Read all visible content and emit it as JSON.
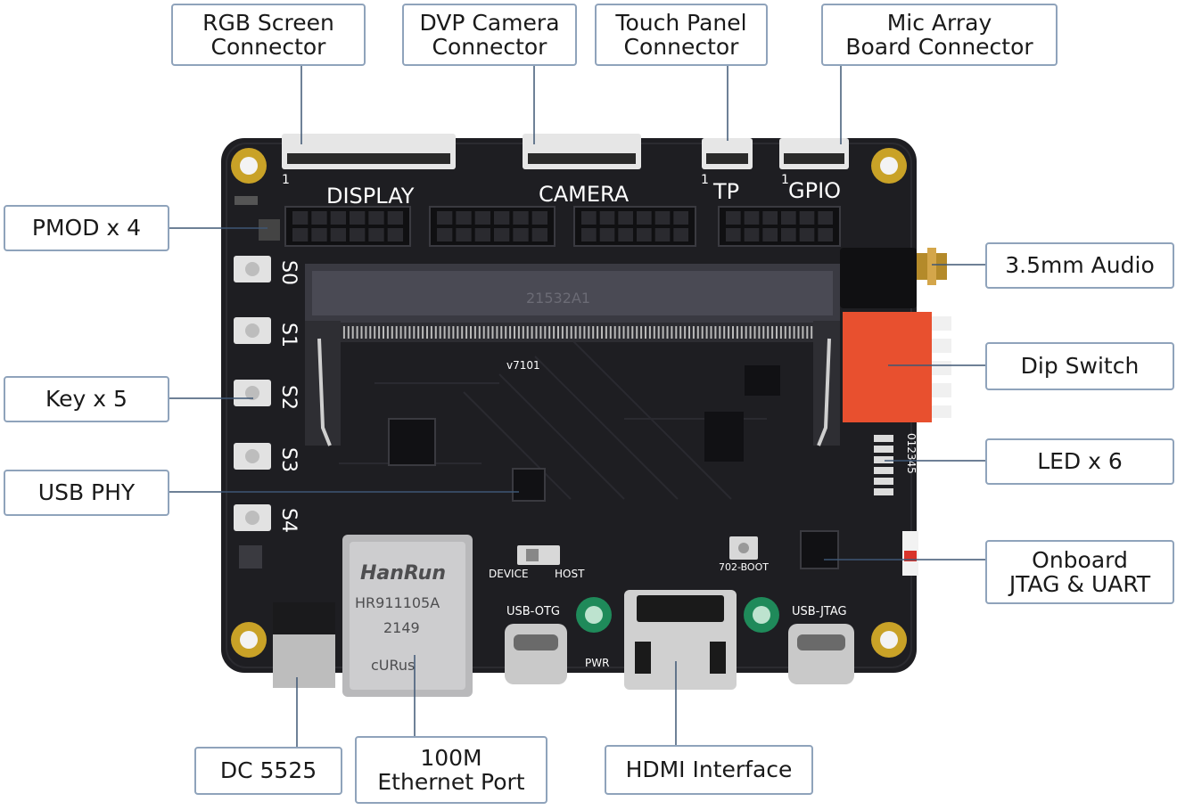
{
  "callouts": {
    "rgb_screen": {
      "line1": "RGB Screen",
      "line2": "Connector"
    },
    "dvp_camera": {
      "line1": "DVP Camera",
      "line2": "Connector"
    },
    "touch_panel": {
      "line1": "Touch Panel",
      "line2": "Connector"
    },
    "mic_array": {
      "line1": "Mic Array",
      "line2": "Board Connector"
    },
    "pmod": "PMOD x 4",
    "audio": "3.5mm Audio",
    "key": "Key x 5",
    "dip_switch": "Dip Switch",
    "usb_phy": "USB PHY",
    "led": "LED x 6",
    "jtag": {
      "line1": "Onboard",
      "line2": "JTAG & UART"
    },
    "dc": "DC 5525",
    "ethernet": {
      "line1": "100M",
      "line2": "Ethernet Port"
    },
    "hdmi": "HDMI Interface"
  },
  "silkscreen": {
    "display": "DISPLAY",
    "camera": "CAMERA",
    "tp": "TP",
    "gpio": "GPIO",
    "s0": "S0",
    "s1": "S1",
    "s2": "S2",
    "s3": "S3",
    "s4": "S4",
    "device": "DEVICE",
    "host": "HOST",
    "usb_otg": "USB-OTG",
    "usb_jtag": "USB-JTAG",
    "pwr": "PWR",
    "boot": "702-BOOT",
    "version": "v7101",
    "led_numbers": "012345",
    "pin1": "1",
    "module_mark": "21532A1"
  },
  "ethernet_jack": {
    "brand": "HanRun",
    "model": "HR911105A",
    "code": "2149",
    "cert": "cURus"
  },
  "colors": {
    "board": "#1e1e22",
    "callout_border": "#8fa3bb",
    "leader": "#3e5774",
    "dip_switch": "#e8502f",
    "mount_hole": "#c9a227"
  }
}
